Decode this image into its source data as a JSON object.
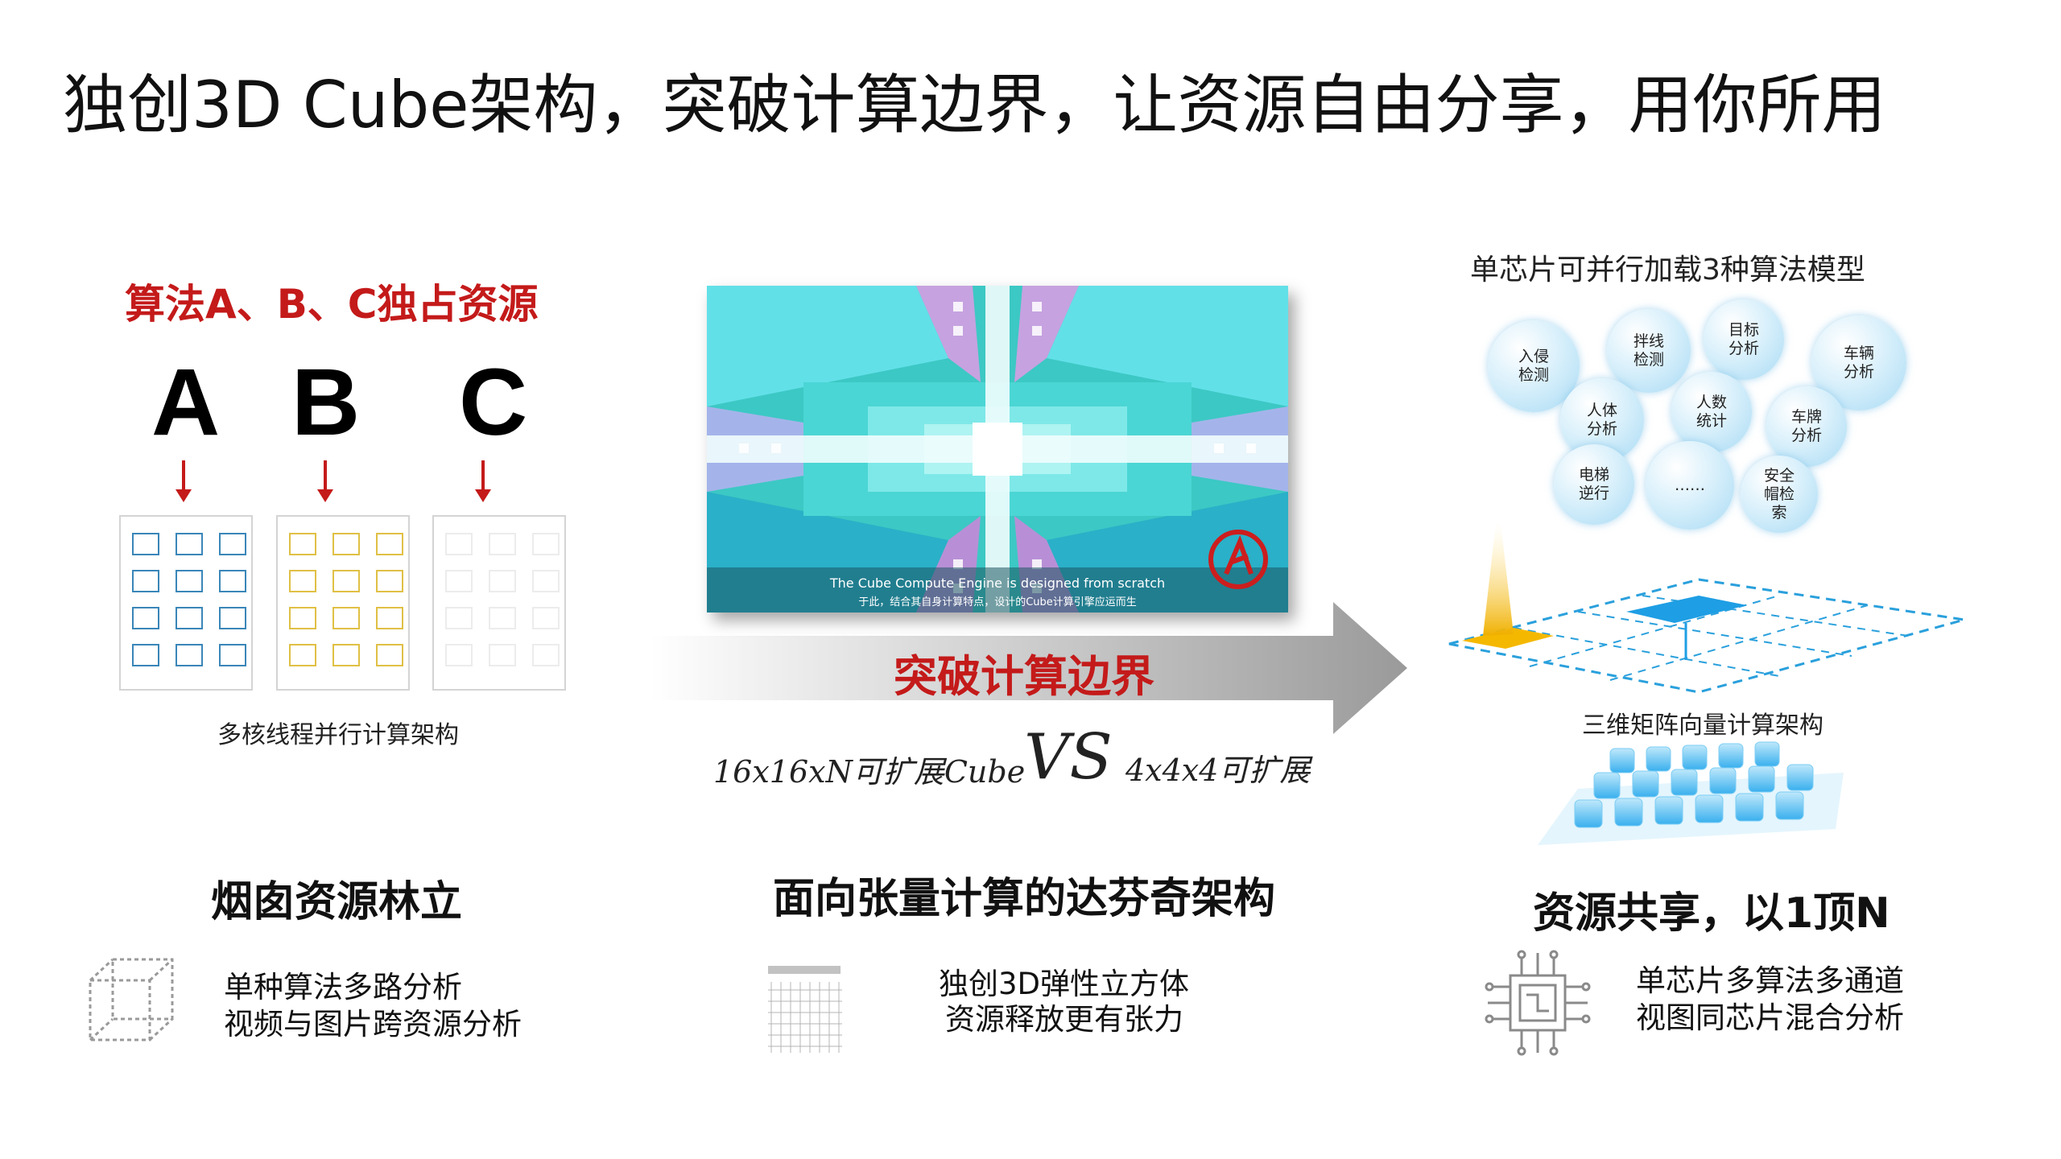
{
  "title": "独创3D Cube架构，突破计算边界，让资源自由分享，用你所用",
  "left": {
    "heading": "算法A、B、C独占资源",
    "letters": [
      "A",
      "B",
      "C"
    ],
    "caption": "多核线程并行计算架构"
  },
  "middle": {
    "video_subtitle_en": "The Cube Compute Engine is designed from scratch",
    "video_subtitle_cn": "于此，结合其自身计算特点，设计的Cube计算引擎应运而生",
    "arrow_label": "突破计算边界",
    "vs_left": "16x16xN可扩展Cube",
    "vs": "VS",
    "vs_right": "4x4x4可扩展"
  },
  "right": {
    "heading": "单芯片可并行加载3种算法模型",
    "bubbles": [
      "入侵\n检测",
      "拌线\n检测",
      "目标\n分析",
      "车辆\n分析",
      "人体\n分析",
      "人数\n统计",
      "车牌\n分析",
      "电梯\n逆行",
      "……",
      "安全\n帽检\n索"
    ],
    "matrix_label": "三维矩阵向量计算架构"
  },
  "bottom": {
    "col1": {
      "heading": "烟囱资源林立",
      "line1": "单种算法多路分析",
      "line2": "视频与图片跨资源分析"
    },
    "col2": {
      "heading": "面向张量计算的达芬奇架构",
      "line1": "独创3D弹性立方体",
      "line2": "资源释放更有张力"
    },
    "col3": {
      "heading": "资源共享，以1顶N",
      "line1": "单芯片多算法多通道",
      "line2": "视图同芯片混合分析"
    }
  },
  "colors": {
    "accent_red": "#c41a1a",
    "blue": "#3a86b8",
    "yellow": "#e0c045",
    "cyan": "#1ea0e0"
  }
}
